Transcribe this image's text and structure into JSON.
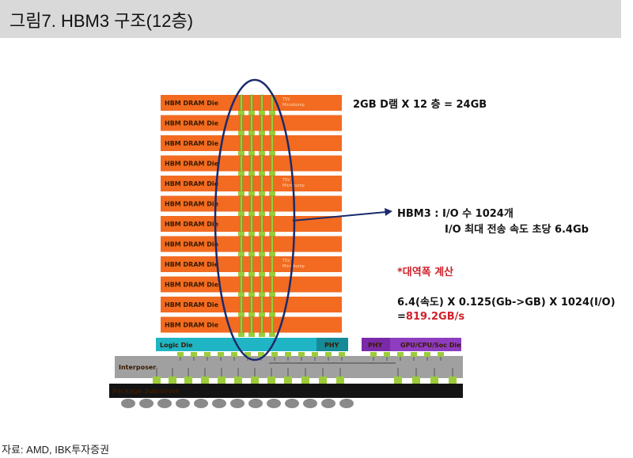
{
  "header": {
    "title": "그림7. HBM3 구조(12층)"
  },
  "diagram": {
    "die_label": "HBM DRAM Die",
    "die_count": 12,
    "tsv_label": "TSV",
    "microbump_label": "Microbump",
    "logic_die_label": "Logic Die",
    "phy_label": "PHY",
    "soc_phy_label": "PHY",
    "soc_label": "GPU/CPU/Soc Die",
    "interposer_label": "Interposer",
    "substrate_label": "Package Substrate",
    "colors": {
      "dram": "#f26b21",
      "logic": "#1fb5c4",
      "soc": "#7a2aa8",
      "interposer": "#a0a0a0",
      "substrate": "#141414",
      "bump": "#9ccc3c",
      "ellipse": "#1a2a6c"
    }
  },
  "notes": {
    "capacity": "2GB D램 X 12 층 = 24GB",
    "io_line1": "HBM3 : I/O 수 1024개",
    "io_line2": "I/O 최대 전송 속도 초당 6.4Gb",
    "bandwidth_title": "*대역폭 계산",
    "formula": "6.4(속도) X 0.125(Gb->GB) X 1024(I/O)",
    "result_prefix": "=",
    "result": "819.2GB/s"
  },
  "source": "자료: AMD, IBK투자증권"
}
